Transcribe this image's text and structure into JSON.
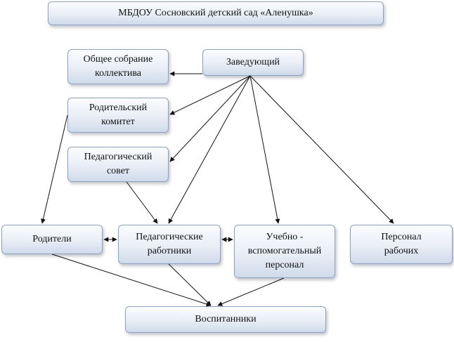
{
  "title": "МБДОУ Сосновский детский сад «Аленушка»",
  "nodes": {
    "head": "Заведующий",
    "general_meeting": "Общее собрание\nколлектива",
    "parent_committee": "Родительский\nкомитет",
    "pedagogical_council": "Педагогический\nсовет",
    "parents": "Родители",
    "teachers": "Педагогические\nработники",
    "support_staff": "Учебно -\nвспомогательный\nперсонал",
    "workers": "Персонал\nрабочих",
    "pupils": "Воспитанники"
  }
}
